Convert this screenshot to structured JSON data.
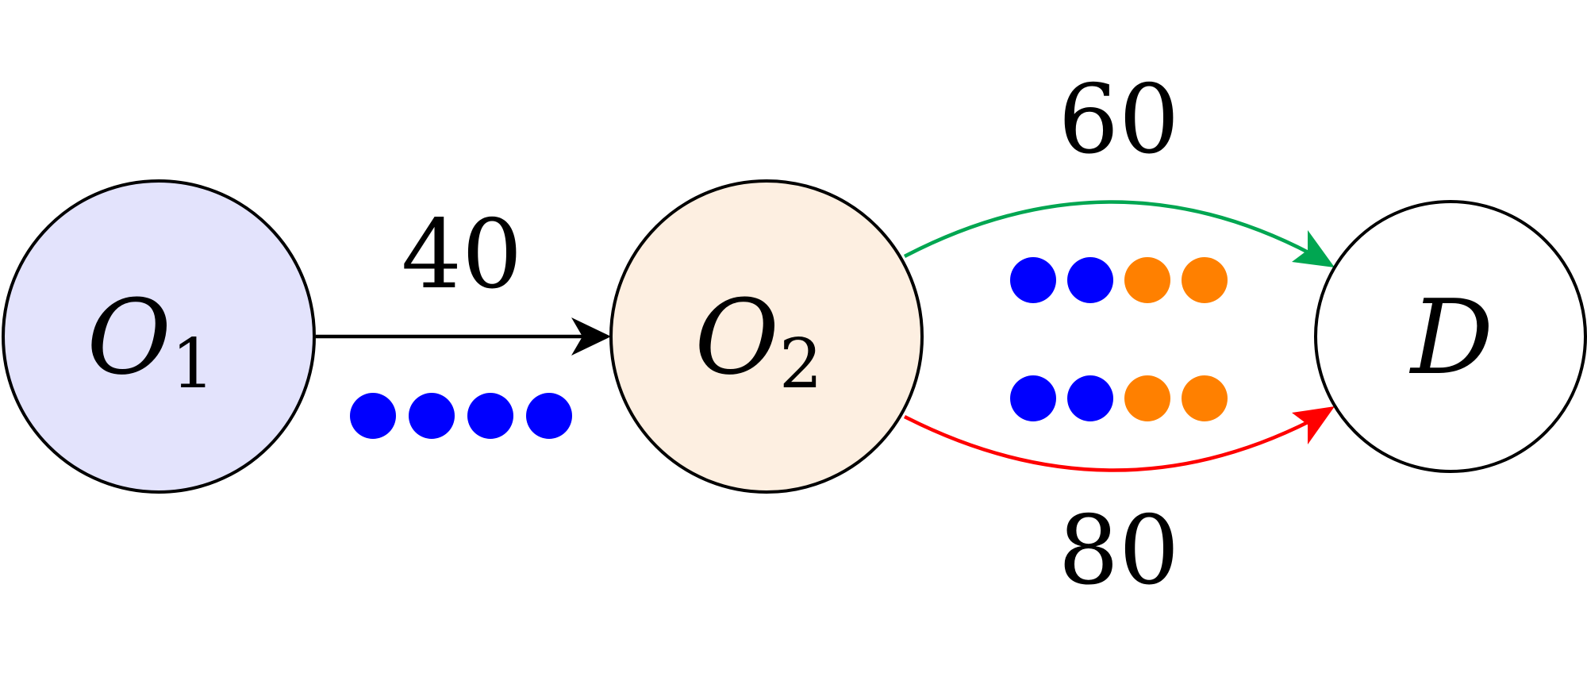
{
  "nodes": [
    {
      "id": "O1",
      "label": "O",
      "subscript": "1",
      "fill": "#e3e3fc"
    },
    {
      "id": "O2",
      "label": "O",
      "subscript": "2",
      "fill": "#fdefe1"
    },
    {
      "id": "D",
      "label": "D",
      "subscript": "",
      "fill": "#ffffff"
    }
  ],
  "edges": [
    {
      "from": "O1",
      "to": "O2",
      "label": "40",
      "color": "#000000",
      "tokens": [
        "#0000ff",
        "#0000ff",
        "#0000ff",
        "#0000ff"
      ]
    },
    {
      "from": "O2",
      "to": "D",
      "label": "60",
      "color": "#00a651",
      "tokens": [
        "#0000ff",
        "#0000ff",
        "#ff8000",
        "#ff8000"
      ]
    },
    {
      "from": "O2",
      "to": "D",
      "label": "80",
      "color": "#ff0000",
      "tokens": [
        "#0000ff",
        "#0000ff",
        "#ff8000",
        "#ff8000"
      ]
    }
  ]
}
